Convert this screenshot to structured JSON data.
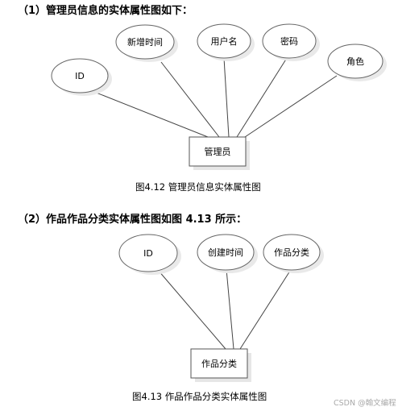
{
  "section1": {
    "heading": "（1）管理员信息的实体属性图如下：",
    "entity": "管理员",
    "attributes": [
      "ID",
      "新增时间",
      "用户名",
      "密码",
      "角色"
    ],
    "caption": "图4.12   管理员信息实体属性图"
  },
  "section2": {
    "heading": "（2）作品作品分类实体属性图如图 4.13 所示：",
    "entity": "作品分类",
    "attributes": [
      "ID",
      "创建时间",
      "作品分类"
    ],
    "caption": "图4.13   作品作品分类实体属性图"
  },
  "watermark": "CSDN @翰文编程"
}
